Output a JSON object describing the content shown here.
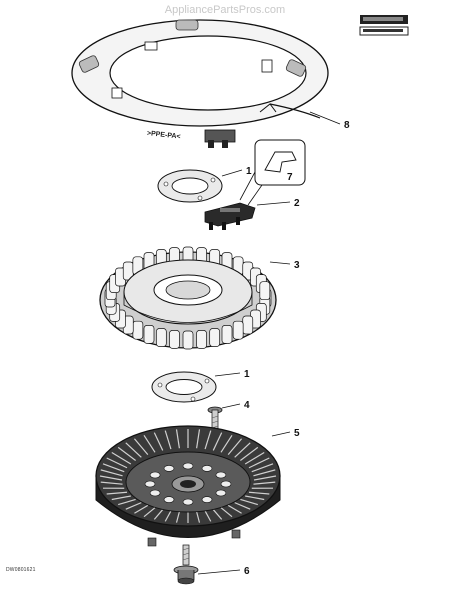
{
  "watermark": "AppliancePartsPros.com",
  "diagram_code": "DW0801621",
  "ring_marking": ">PPE-PA<",
  "callouts": [
    "1",
    "2",
    "3",
    "1",
    "4",
    "5",
    "6",
    "7",
    "8"
  ],
  "colors": {
    "line": "#111111",
    "fill_light": "#f2f2f2",
    "fill_mid": "#bdbdbd",
    "fill_dark": "#2a2a2a"
  }
}
